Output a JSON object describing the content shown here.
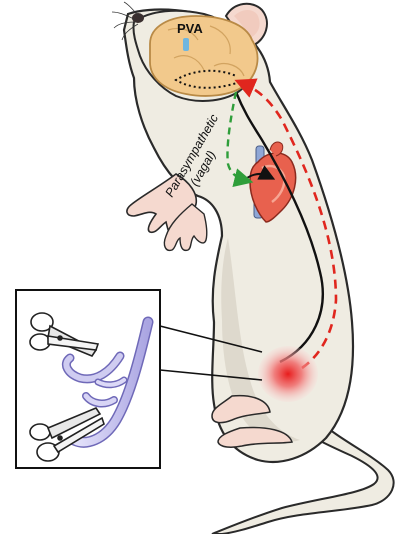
{
  "labels": {
    "pva": "PVA",
    "parasympathetic_line1": "Parasympathetic",
    "parasympathetic_line2": "(vagal)"
  },
  "colors": {
    "rat_body": "#efece2",
    "rat_outline": "#2a2a2a",
    "rat_shade": "#d9d5c8",
    "skin_pink": "#f5d9cf",
    "brain": "#f2c98c",
    "brain_outline": "#b98a46",
    "pva_marker": "#6fb6df",
    "heart": "#e8614e",
    "heart_light": "#f7a593",
    "vessel_blue": "#8fa7d6",
    "vagal_green": "#2f9e3a",
    "afferent_red": "#e0261e",
    "pathway_black": "#111111",
    "intestine_lavender": "#c9c6ef",
    "inflammation_red": "#ef3b3b"
  },
  "icons": [
    "brain",
    "heart",
    "scissors",
    "intestine",
    "rat"
  ]
}
